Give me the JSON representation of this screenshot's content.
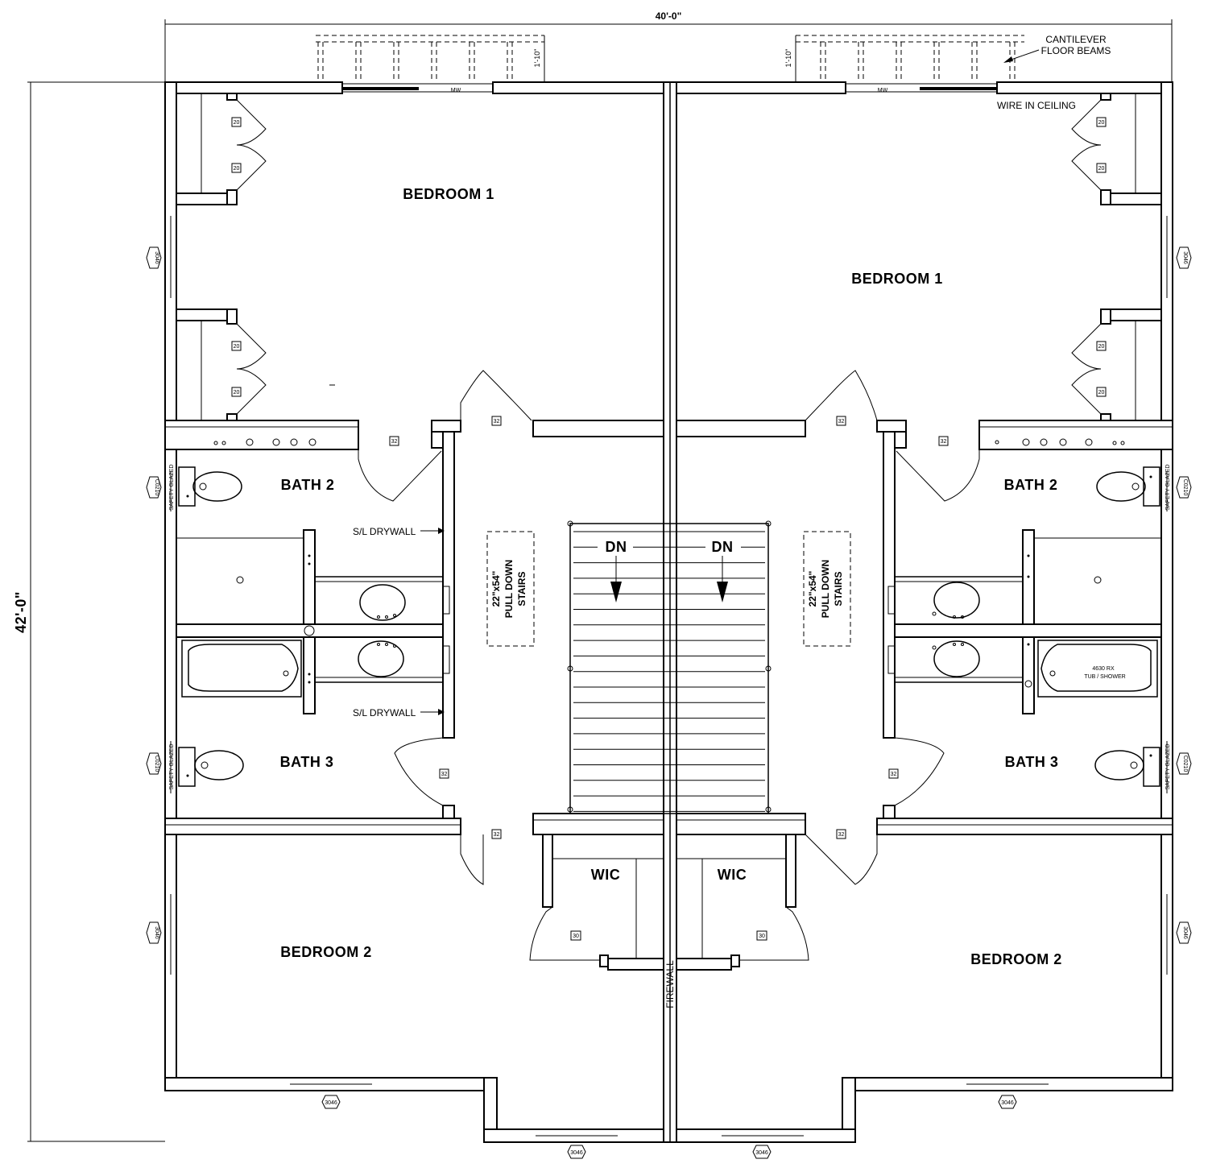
{
  "dimensions": {
    "overall_width": "40'-0\"",
    "overall_depth": "42'-0\"",
    "cantilever_depth": "1'-10\""
  },
  "notes": {
    "cantilever": [
      "CANTILEVER",
      "FLOOR BEAMS"
    ],
    "wire_in_ceiling": "WIRE IN CEILING",
    "sl_drywall": "S/L DRYWALL",
    "firewall": "FIREWALL",
    "tub_shower": [
      "4630 RX",
      "TUB / SHOWER"
    ],
    "safety_glazed": "SAFETY GLAZED",
    "microwave": "MW"
  },
  "rooms": {
    "bedroom1": "BEDROOM 1",
    "bedroom2": "BEDROOM 2",
    "bath2": "BATH 2",
    "bath3": "BATH 3",
    "wic": "WIC",
    "down": "DN"
  },
  "pull_down_stairs": [
    "22\"x54\"",
    "PULL DOWN",
    "STAIRS"
  ],
  "tags": {
    "window_3046": "3046",
    "window_c0210": "C0210",
    "closet_door": "20",
    "passage_door": "32",
    "wic_door": "30"
  }
}
